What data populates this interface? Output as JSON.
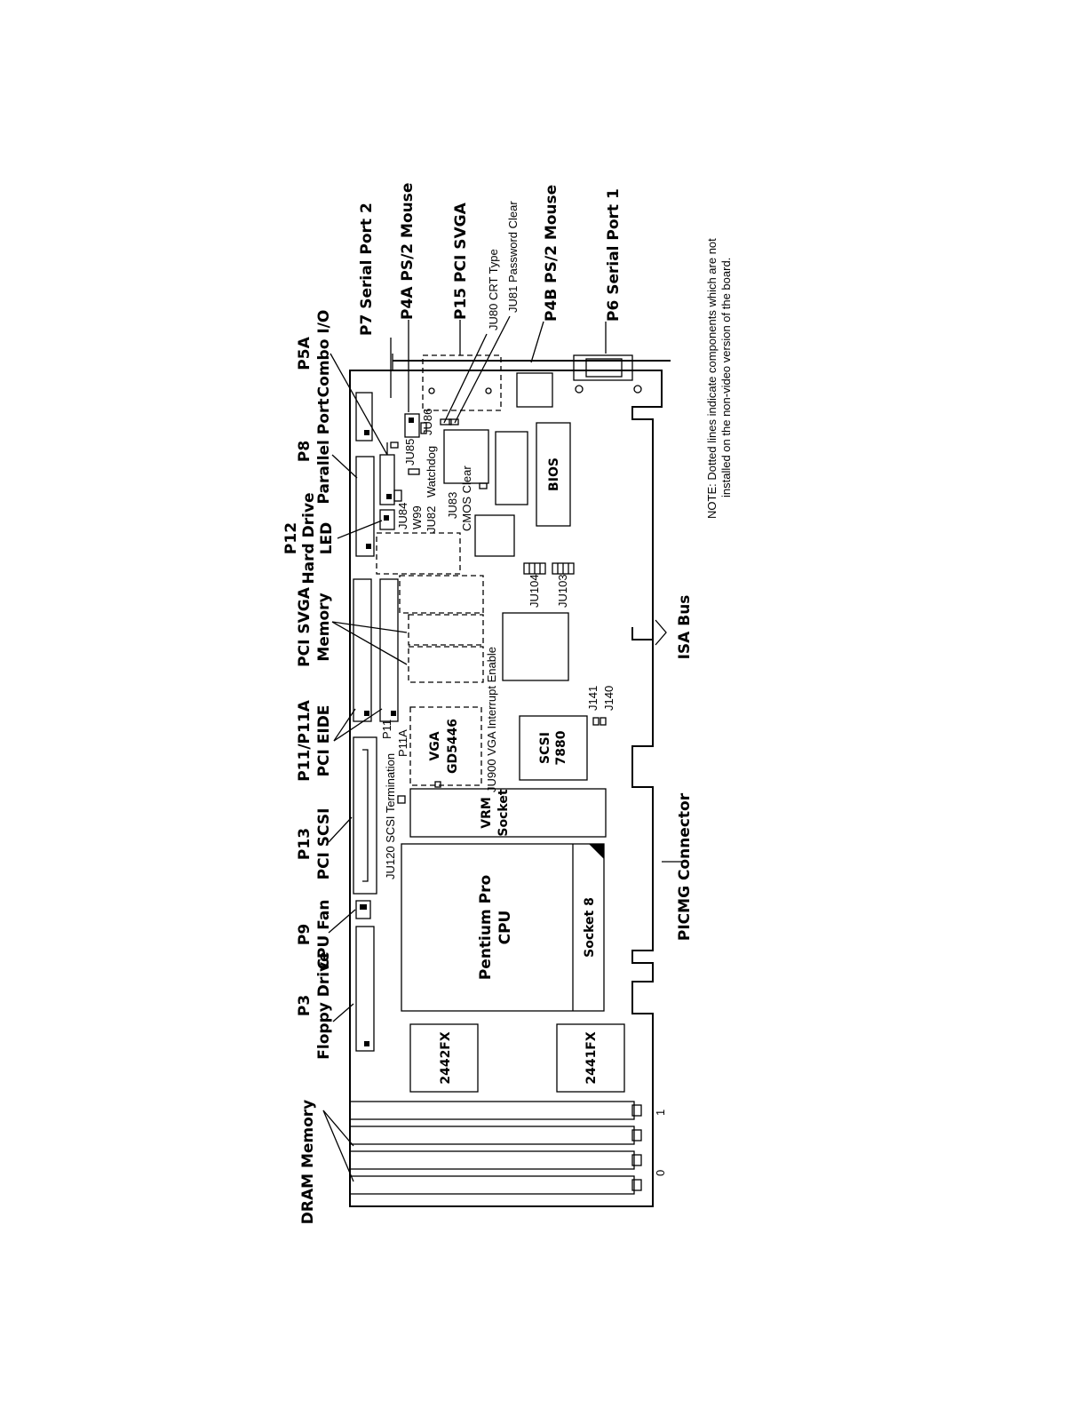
{
  "board_labels": {
    "p3": "P3",
    "p3_sub": "Floppy Drive",
    "p9": "P9",
    "p9_sub": "CPU Fan",
    "p13": "P13",
    "p13_sub": "PCI SCSI",
    "p11": "P11/P11A",
    "p11_sub": "PCI EIDE",
    "svga_mem": "PCI SVGA",
    "svga_mem_sub": "Memory",
    "p12": "P12",
    "p12_sub1": "Hard Drive",
    "p12_sub2": "LED",
    "p8": "P8",
    "p8_sub": "Parallel Port",
    "p5a": "P5A",
    "p5a_sub": "Combo I/O",
    "p7": "P7  Serial Port 2",
    "p4a": "P4A  PS/2 Mouse",
    "p15": "P15  PCI SVGA",
    "ju80": "JU80  CRT Type",
    "ju81": "JU81  Password Clear",
    "p4b": "P4B  PS/2 Mouse",
    "p6": "P6  Serial Port 1",
    "dram": "DRAM Memory",
    "picmg": "PICMG Connector",
    "isa": "ISA Bus",
    "note_line1": "NOTE:  Dotted lines indicate components which are not",
    "note_line2": "installed on the non-video version of the board."
  },
  "chips": {
    "cpu_line1": "Pentium Pro",
    "cpu_line2": "CPU",
    "socket8": "Socket 8",
    "vrm_line1": "VRM",
    "vrm_line2": "Socket",
    "fx2442": "2442FX",
    "fx2441": "2441FX",
    "scsi_line1": "SCSI",
    "scsi_line2": "7880",
    "vga_line1": "VGA",
    "vga_line2": "GD5446",
    "bios": "BIOS"
  },
  "jumpers": {
    "ju120": "JU120  SCSI Termination",
    "ju900": "JU900  VGA Interrupt Enable",
    "p11_small": "P11",
    "p11a_small": "P11A",
    "ju84": "JU84",
    "w99": "W99",
    "ju82": "JU82",
    "watchdog": "Watchdog",
    "ju85": "JU85",
    "ju86": "JU86",
    "ju83": "JU83",
    "cmos": "CMOS Clear",
    "ju104": "JU104",
    "ju103": "JU103",
    "j141": "J141",
    "j140": "J140"
  },
  "slot_numbers": {
    "zero": "0",
    "one": "1"
  }
}
